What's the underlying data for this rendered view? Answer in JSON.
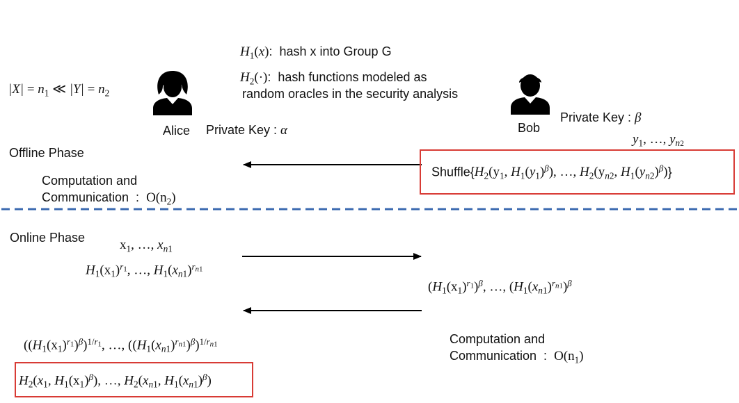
{
  "colors": {
    "box_border": "#d83b35",
    "divider": "#3d6bb0",
    "arrow": "#000000",
    "icon": "#000000"
  },
  "header": {
    "set_sizes": "|X| = n₁ ≪ |Y| = n₂",
    "h1_def": "H₁(x):  hash x into Group G",
    "h2_def_line1": "H₂(·):  hash functions modeled as",
    "h2_def_line2": "random oracles in the security analysis"
  },
  "parties": {
    "alice": {
      "name": "Alice",
      "key_label": "Private Key : α",
      "icon": "person-female-icon"
    },
    "bob": {
      "name": "Bob",
      "key_label": "Private Key : β",
      "icon": "person-male-icon",
      "set": "y₁, …, yₙ₂"
    }
  },
  "offline": {
    "title": "Offline Phase",
    "cost_line1": "Computation and",
    "cost_line2": "Communication  :  O(n₂)",
    "bob_message": "Shuffle{H₂(y₁, H₁(y₁)^β), …, H₂(yₙ₂, H₁(yₙ₂)^β)}"
  },
  "online": {
    "title": "Online Phase",
    "alice_set": "x₁, …, xₙ₁",
    "alice_blinded": "H₁(x₁)^r₁, …, H₁(xₙ₁)^rₙ₁",
    "bob_response": "(H₁(x₁)^r₁)^β, …, (H₁(xₙ₁)^rₙ₁)^β",
    "alice_unblind": "((H₁(x₁)^r₁)^β)^1/r₁, …, ((H₁(xₙ₁)^rₙ₁)^β)^1/rₙ₁",
    "alice_result": "H₂(x₁, H₁(x₁)^β), …, H₂(xₙ₁, H₁(xₙ₁)^β)",
    "cost_line1": "Computation and",
    "cost_line2": "Communication  :  O(n₁)"
  }
}
